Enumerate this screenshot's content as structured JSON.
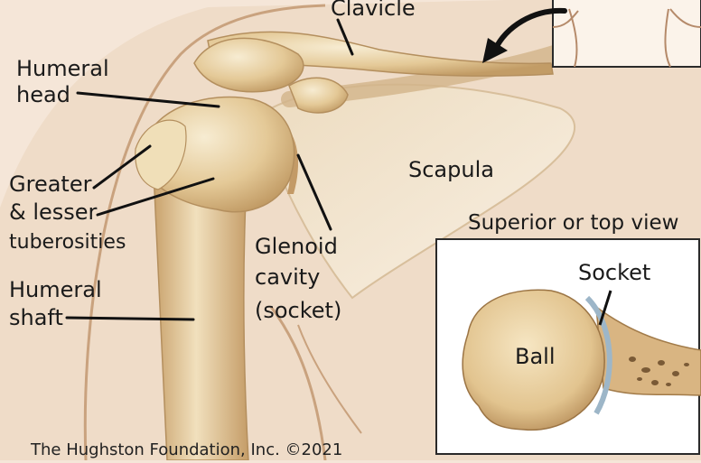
{
  "labels": {
    "clavicle": "Clavicle",
    "humeral_head_line1": "Humeral",
    "humeral_head_line2": "head",
    "greater_line1": "Greater",
    "greater_line2": "& lesser",
    "greater_line3": "tuberosities",
    "humeral_shaft_line1": "Humeral",
    "humeral_shaft_line2": "shaft",
    "scapula": "Scapula",
    "glenoid_line1": "Glenoid",
    "glenoid_line2": "cavity",
    "glenoid_line3": "(socket)",
    "inset_title": "Superior or top view",
    "socket": "Socket",
    "ball": "Ball"
  },
  "credit": "The Hughston Foundation, Inc. ©2021",
  "colors": {
    "background": "#f5e6d8",
    "skin": "#ead2b8",
    "bone": "#e6cf9f",
    "bone_shadow": "#c9a673",
    "inset_border": "#2a2a2a",
    "leader_line": "#111111"
  }
}
